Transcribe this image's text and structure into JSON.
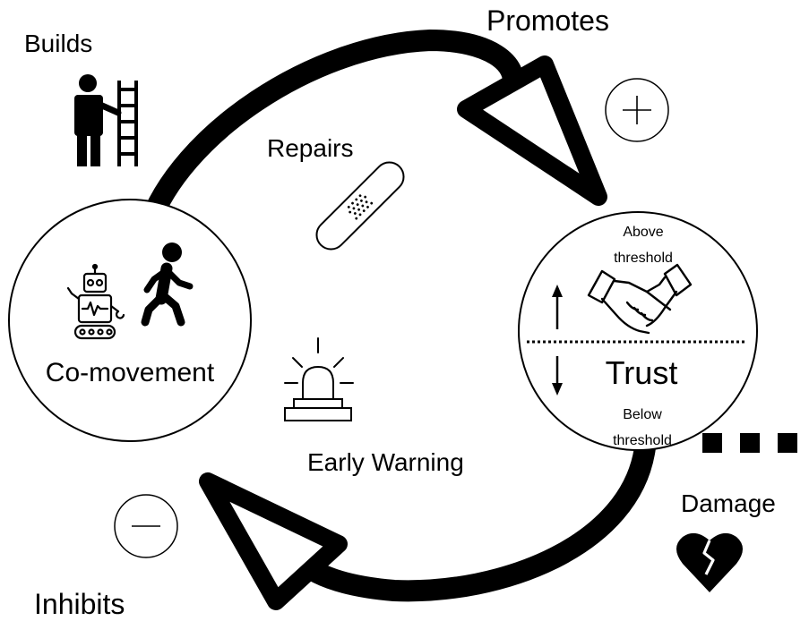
{
  "labels": {
    "builds": "Builds",
    "promotes": "Promotes",
    "repairs": "Repairs",
    "early_warning": "Early Warning",
    "damage": "Damage",
    "inhibits": "Inhibits"
  },
  "co_movement": {
    "label": "Co-movement"
  },
  "trust": {
    "title": "Trust",
    "above": [
      "Above",
      "threshold"
    ],
    "below": [
      "Below",
      "threshold"
    ]
  },
  "signs": {
    "plus": "+",
    "minus": "−"
  },
  "icons": {
    "builds": "person-ladder-icon",
    "repairs": "bandage-icon",
    "early_warning": "alarm-light-icon",
    "damage": "broken-heart-icon",
    "robot": "robot-icon",
    "walker": "walking-person-icon",
    "handshake": "handshake-icon"
  },
  "colors": {
    "ink": "#000000",
    "background": "#ffffff"
  }
}
